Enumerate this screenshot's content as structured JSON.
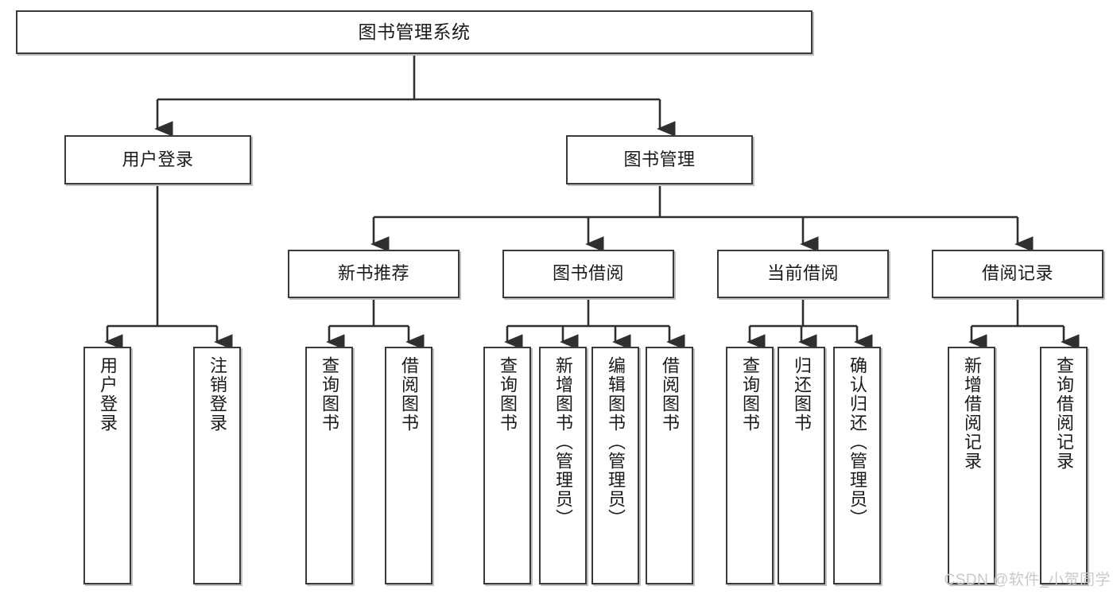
{
  "diagram": {
    "title": "图书管理系统",
    "type": "hierarchy-tree",
    "watermark": "CSDN @软件_小贺同学",
    "colors": {
      "node_border": "#3a3a3a",
      "node_fill": "#ffffff",
      "edge": "#2f2f2f",
      "text": "#1a1a1a",
      "watermark": "#c9c9c9"
    },
    "nodes": {
      "root": {
        "label": "图书管理系统"
      },
      "level2": [
        {
          "label": "用户登录"
        },
        {
          "label": "图书管理"
        }
      ],
      "level3": [
        {
          "label": "新书推荐"
        },
        {
          "label": "图书借阅"
        },
        {
          "label": "当前借阅"
        },
        {
          "label": "借阅记录"
        }
      ],
      "leaves": {
        "user_login": [
          {
            "label": "用户登录"
          },
          {
            "label": "注销登录"
          }
        ],
        "new_book_recommend": [
          {
            "label": "查询图书"
          },
          {
            "label": "借阅图书"
          }
        ],
        "book_borrow": [
          {
            "label": "查询图书"
          },
          {
            "label": "新增图书（管理员）"
          },
          {
            "label": "编辑图书（管理员）"
          },
          {
            "label": "借阅图书"
          }
        ],
        "current_borrow": [
          {
            "label": "查询图书"
          },
          {
            "label": "归还图书"
          },
          {
            "label": "确认归还（管理员）"
          }
        ],
        "borrow_records": [
          {
            "label": "新增借阅记录"
          },
          {
            "label": "查询借阅记录"
          }
        ]
      }
    }
  }
}
